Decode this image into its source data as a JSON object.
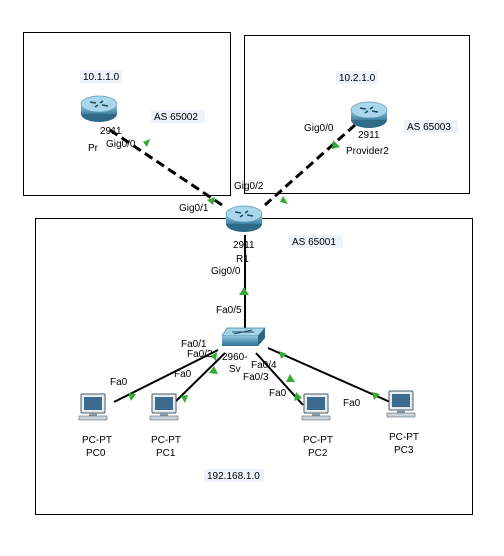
{
  "areas": {
    "left_box_network": "10.1.1.0",
    "right_box_network": "10.2.1.0",
    "as_left": "AS 65002",
    "as_right": "AS 65003",
    "as_bottom": "AS 65001",
    "lan_network": "192.168.1.0"
  },
  "devices": {
    "provider1": {
      "model": "2911",
      "name": "Pr"
    },
    "provider2": {
      "model": "2911",
      "name": "Provider2"
    },
    "r1": {
      "model": "2911",
      "name": "R1"
    },
    "switch": {
      "model": "2960-",
      "name": "Sv"
    },
    "pcs": [
      {
        "type": "PC-PT",
        "name": "PC0"
      },
      {
        "type": "PC-PT",
        "name": "PC1"
      },
      {
        "type": "PC-PT",
        "name": "PC2"
      },
      {
        "type": "PC-PT",
        "name": "PC3"
      }
    ]
  },
  "ports": {
    "provider1_gig00": "Gig0/0",
    "provider2_gig00": "Gig0/0",
    "r1_gig01": "Gig0/1",
    "r1_gig02": "Gig0/2",
    "r1_gig00": "Gig0/0",
    "sw_fa05": "Fa0/5",
    "sw_fa01": "Fa0/1",
    "sw_fa02": "Fa0/2",
    "sw_fa03": "Fa0/3",
    "sw_fa04": "Fa0/4",
    "pc0_fa0": "Fa0",
    "pc1_fa0": "Fa0",
    "pc2_fa0": "Fa0",
    "pc3_fa0": "Fa0"
  },
  "colors": {
    "link_green": "#33aa33",
    "router_body": "#4f94b0",
    "switch_body": "#4a90b0",
    "border": "#000000"
  }
}
